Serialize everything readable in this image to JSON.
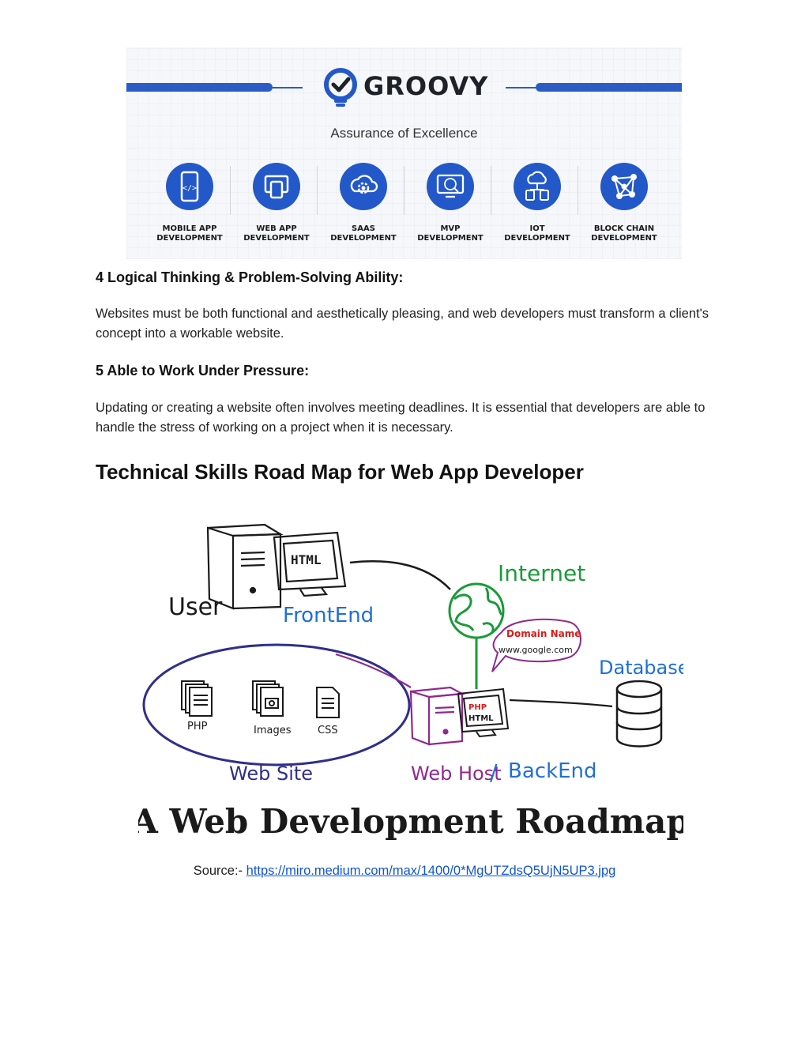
{
  "banner": {
    "brand": "GROOVY",
    "tagline": "Assurance of Excellence",
    "services": [
      {
        "line1": "MOBILE APP",
        "line2": "DEVELOPMENT",
        "icon": "mobile-code-icon"
      },
      {
        "line1": "WEB APP",
        "line2": "DEVELOPMENT",
        "icon": "devices-icon"
      },
      {
        "line1": "SAAS",
        "line2": "DEVELOPMENT",
        "icon": "cloud-gear-icon"
      },
      {
        "line1": "MVP",
        "line2": "DEVELOPMENT",
        "icon": "mvp-monitor-icon"
      },
      {
        "line1": "IOT",
        "line2": "DEVELOPMENT",
        "icon": "cloud-devices-icon"
      },
      {
        "line1": "BLOCK CHAIN",
        "line2": "DEVELOPMENT",
        "icon": "network-nodes-icon"
      }
    ],
    "colors": {
      "accent": "#2358c9",
      "bar": "#2a5cc6"
    }
  },
  "section4": {
    "heading": "4 Logical Thinking & Problem-Solving Ability:",
    "text": "Websites must be both functional and aesthetically pleasing, and web developers must transform a client's concept into a workable website."
  },
  "section5": {
    "heading": "5 Able to Work Under Pressure:",
    "text": "Updating or creating a website often involves meeting deadlines. It is essential that developers are able to handle the stress of working on a project when it is necessary."
  },
  "roadmap_heading": "Technical Skills Road Map for Web App Developer",
  "diagram": {
    "screen_text": "HTML",
    "user": "User",
    "frontend": "FrontEnd",
    "internet": "Internet",
    "domain_title": "Domain Name",
    "domain_url": "www.google.com",
    "database": "Database",
    "files": [
      "PHP",
      "Images",
      "CSS"
    ],
    "server_screen_1": "PHP",
    "server_screen_2": "HTML",
    "website": "Web Site",
    "webhost": "Web Host",
    "slash": "/",
    "backend": "BackEnd",
    "title": "A Web Development Roadmap",
    "colors": {
      "blue": "#1f6fd6",
      "green": "#1b9a3a",
      "purple": "#8e2a8e",
      "red": "#d81b1b",
      "ink": "#1a1a1a",
      "navy": "#2f2f8a"
    }
  },
  "source": {
    "label": "Source:- ",
    "url_text": "https://miro.medium.com/max/1400/0*MgUTZdsQ5UjN5UP3.jpg"
  }
}
